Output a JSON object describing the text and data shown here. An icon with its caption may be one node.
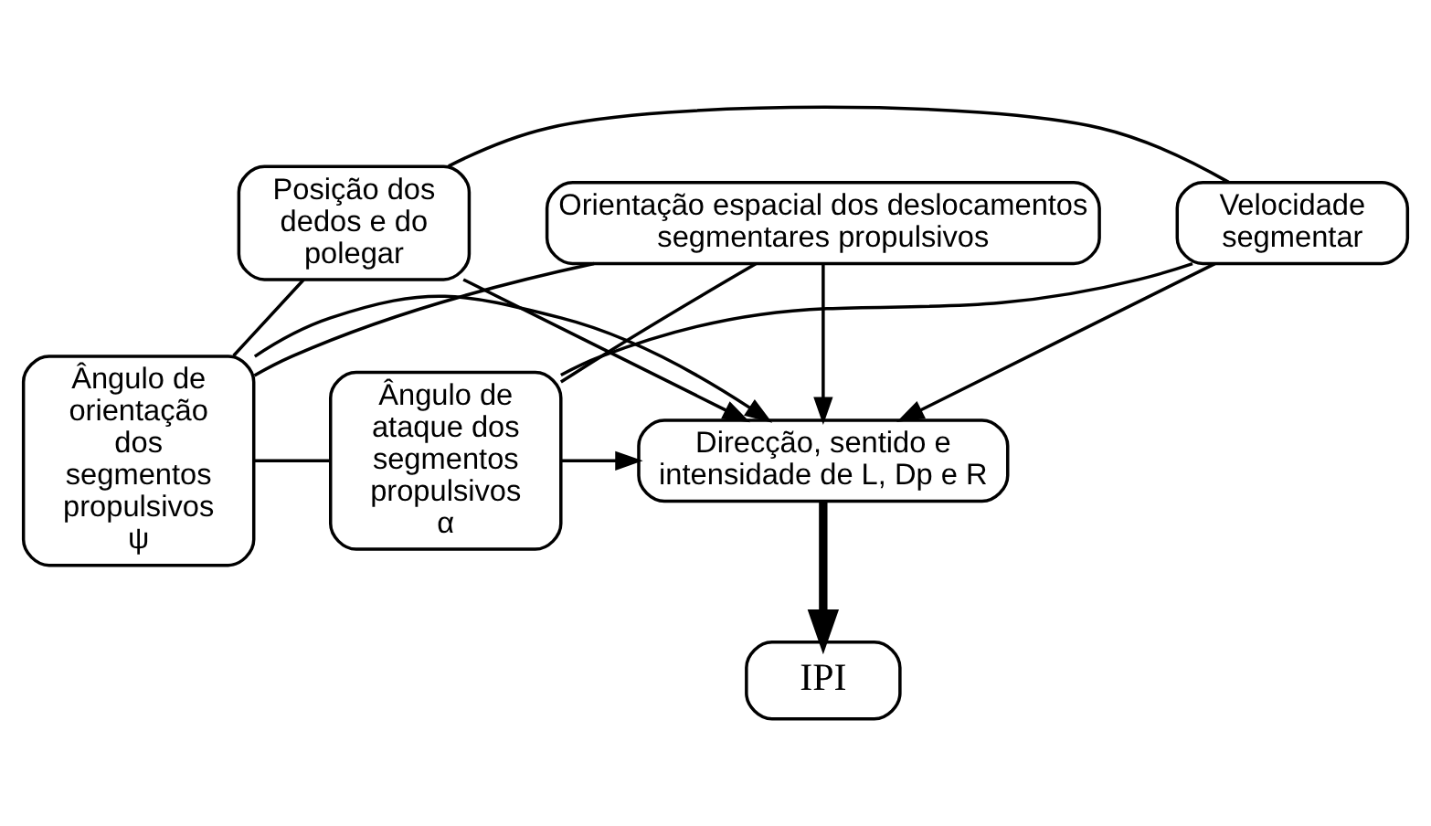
{
  "diagram": {
    "nodes": [
      {
        "text": [
          "IPI"
        ]
      },
      {
        "text": [
          "Ângulo de orientação dos segmentos propulsivos",
          "ψ"
        ]
      },
      {
        "text": [
          "Posição dos dedos e do polegar"
        ]
      },
      {
        "text": [
          "Direcção, sentido e intensidade de L, Dp e R"
        ]
      },
      {
        "text": [
          "Ângulo de ataque dos segmentos propulsivos",
          "α"
        ]
      },
      {
        "text": [
          "Velocidade segmentar"
        ]
      },
      {
        "text": [
          "Orientação espacial dos deslocamentos segmentares propulsivos"
        ]
      }
    ],
    "edges": [
      {
        "from": 3,
        "to": 0,
        "arrow": "to",
        "style": "thick"
      },
      {
        "from": 1,
        "to": 3,
        "arrow": "to"
      },
      {
        "from": 2,
        "to": 3,
        "arrow": "to"
      },
      {
        "from": 4,
        "to": 3,
        "arrow": "to"
      },
      {
        "from": 5,
        "to": 3,
        "arrow": "to"
      },
      {
        "from": 6,
        "to": 3,
        "arrow": "to"
      },
      {
        "from": 1,
        "to": 2,
        "arrow": "none"
      },
      {
        "from": 4,
        "to": 5,
        "arrow": "none"
      },
      {
        "from": 2,
        "to": 5,
        "arrow": "none"
      },
      {
        "from": 1,
        "to": 4,
        "arrow": "none"
      },
      {
        "from": 6,
        "to": 1,
        "arrow": "none"
      },
      {
        "from": 6,
        "to": 4,
        "arrow": "none"
      }
    ]
  }
}
